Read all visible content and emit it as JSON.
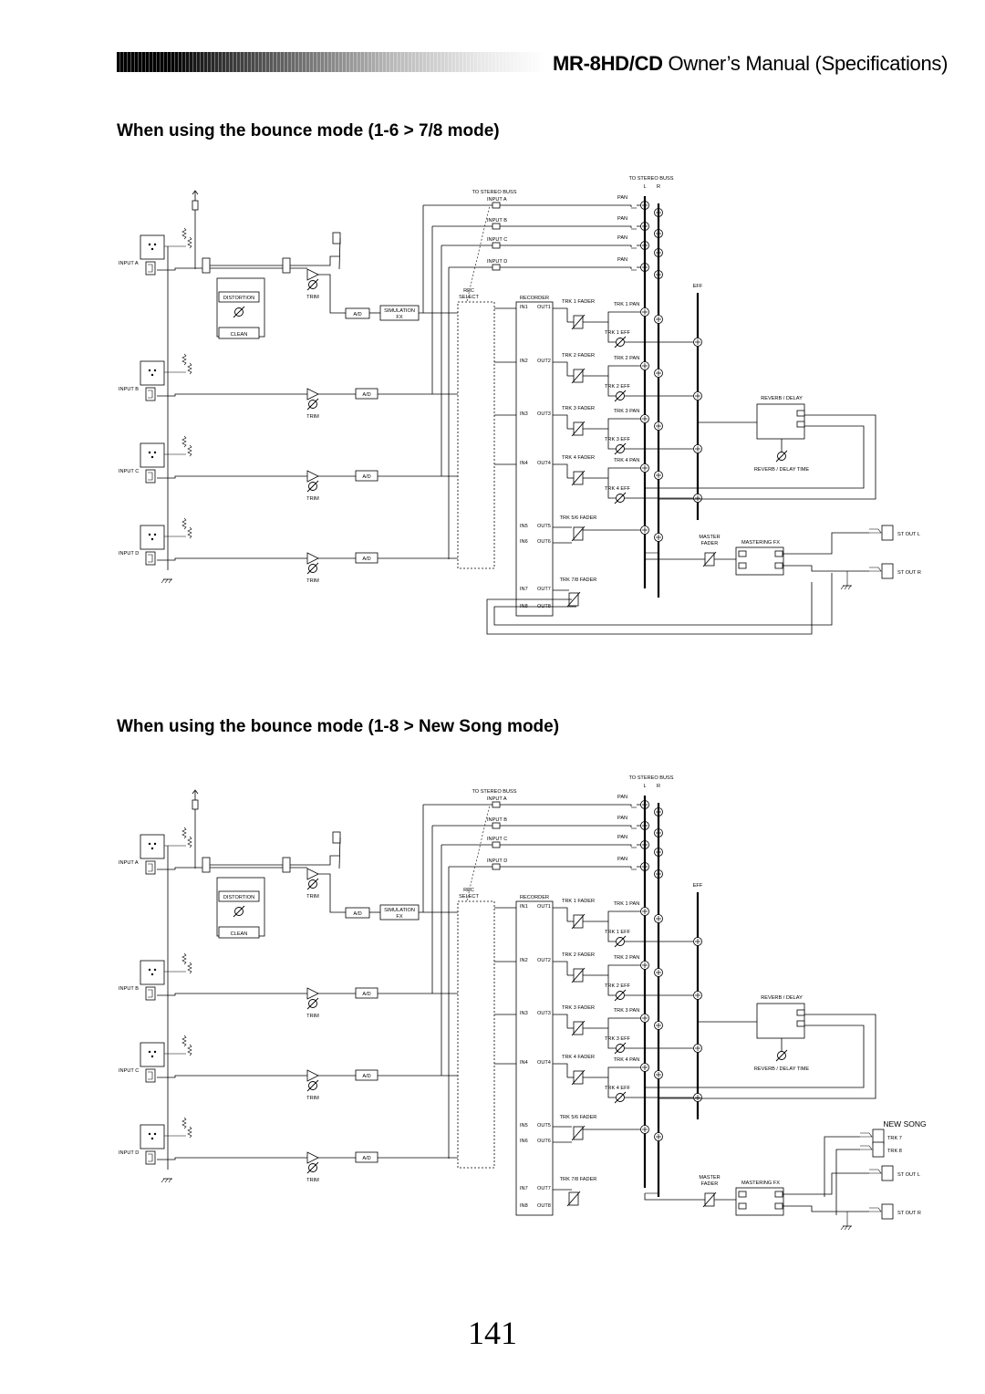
{
  "header": {
    "model": "MR-8HD/CD",
    "subtitle": " Owner’s Manual (Specifications)"
  },
  "page_number": "141",
  "sections": [
    {
      "heading": "When using the bounce mode (1-6 > 7/8 mode)",
      "mode": "7/8"
    },
    {
      "heading": "When using the bounce mode (1-8 > New Song mode)",
      "mode": "newsong"
    }
  ],
  "labels": {
    "input_a": "INPUT A",
    "input_b": "INPUT B",
    "input_c": "INPUT C",
    "input_d": "INPUT D",
    "distortion": "DISTORTION",
    "clean": "CLEAN",
    "trim": "TRIM",
    "ad": "A/D",
    "simulation": "SIMULATION",
    "fx": "FX",
    "to_stereo_buss": "TO STEREO BUSS",
    "l": "L",
    "r": "R",
    "pan": "PAN",
    "rec": "REC",
    "select": "SELECT",
    "recorder": "RECORDER",
    "eff": "EFF",
    "reverb_delay": "REVERB / DELAY",
    "reverb_delay_time": "REVERB / DELAY TIME",
    "master_fader_1": "MASTER",
    "master_fader_2": "FADER",
    "mastering_fx": "MASTERING FX",
    "st_out_l": "ST OUT L",
    "st_out_r": "ST OUT R",
    "new_song": "NEW SONG",
    "trk7": "TRK 7",
    "trk8": "TRK 8",
    "trk56_fader": "TRK 5/6 FADER",
    "trk78_fader": "TRK 7/8 FADER",
    "inputs": [
      "INPUT A",
      "INPUT B",
      "INPUT C",
      "INPUT D"
    ],
    "trk_fader": [
      "TRK 1 FADER",
      "TRK 2 FADER",
      "TRK 3 FADER",
      "TRK 4 FADER"
    ],
    "trk_pan": [
      "TRK 1 PAN",
      "TRK 2 PAN",
      "TRK 3 PAN",
      "TRK 4 PAN"
    ],
    "trk_eff": [
      "TRK 1 EFF",
      "TRK 2 EFF",
      "TRK 3 EFF",
      "TRK 4 EFF"
    ],
    "rec_in": [
      "IN1",
      "IN2",
      "IN3",
      "IN4",
      "IN5",
      "IN6",
      "IN7",
      "IN8"
    ],
    "rec_out": [
      "OUT1",
      "OUT2",
      "OUT3",
      "OUT4",
      "OUT5",
      "OUT6",
      "OUT7",
      "OUT8"
    ]
  }
}
